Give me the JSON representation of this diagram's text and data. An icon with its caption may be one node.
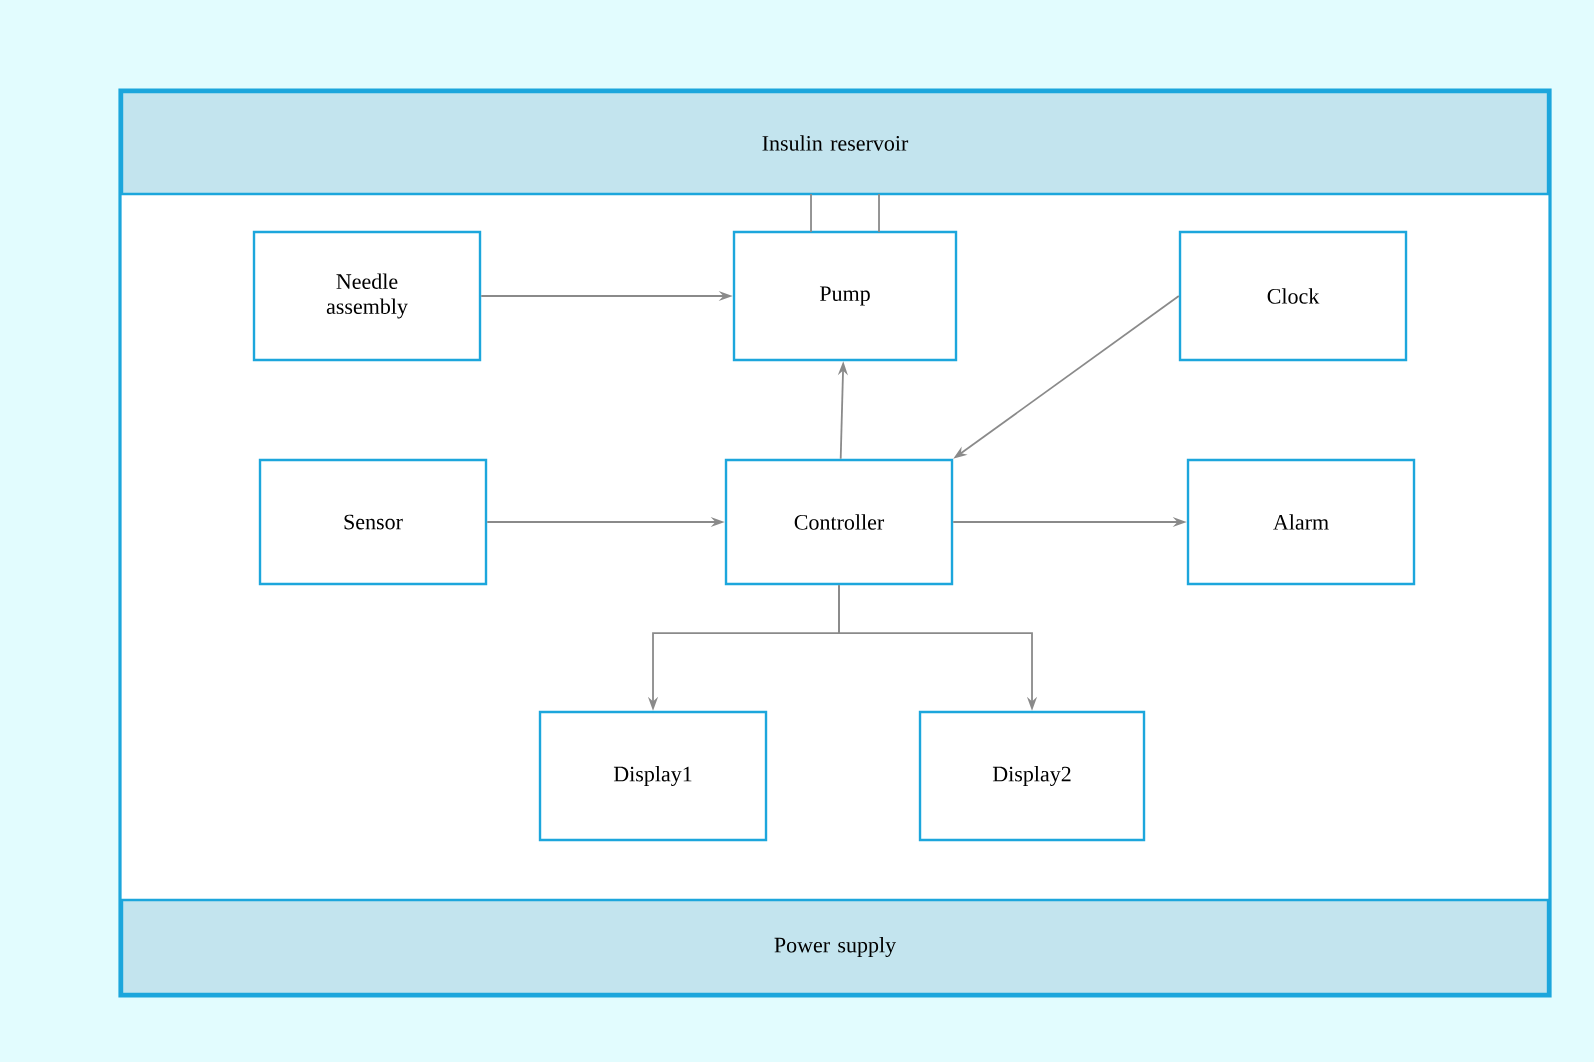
{
  "diagram": {
    "nodes": [
      {
        "text": [
          "Insulin reservoir"
        ]
      },
      {
        "text": [
          "Needle assembly"
        ]
      },
      {
        "text": [
          "Pump"
        ]
      },
      {
        "text": [
          "Clock"
        ]
      },
      {
        "text": [
          "Sensor"
        ]
      },
      {
        "text": [
          "Controller"
        ]
      },
      {
        "text": [
          "Alarm"
        ]
      },
      {
        "text": [
          "Display1"
        ]
      },
      {
        "text": [
          "Display2"
        ]
      },
      {
        "text": [
          "Power supply"
        ]
      }
    ],
    "edges": [
      {
        "from": 1,
        "to": 2,
        "arrow": "to"
      },
      {
        "from": 2,
        "to": 0,
        "arrow": "none"
      },
      {
        "from": 2,
        "to": 0,
        "arrow": "none"
      },
      {
        "from": 3,
        "to": 5,
        "arrow": "to"
      },
      {
        "from": 5,
        "to": 2,
        "arrow": "to"
      },
      {
        "from": 4,
        "to": 5,
        "arrow": "to"
      },
      {
        "from": 5,
        "to": 6,
        "arrow": "to"
      },
      {
        "from": 5,
        "to": 7,
        "arrow": "to"
      },
      {
        "from": 5,
        "to": 8,
        "arrow": "to"
      }
    ]
  }
}
